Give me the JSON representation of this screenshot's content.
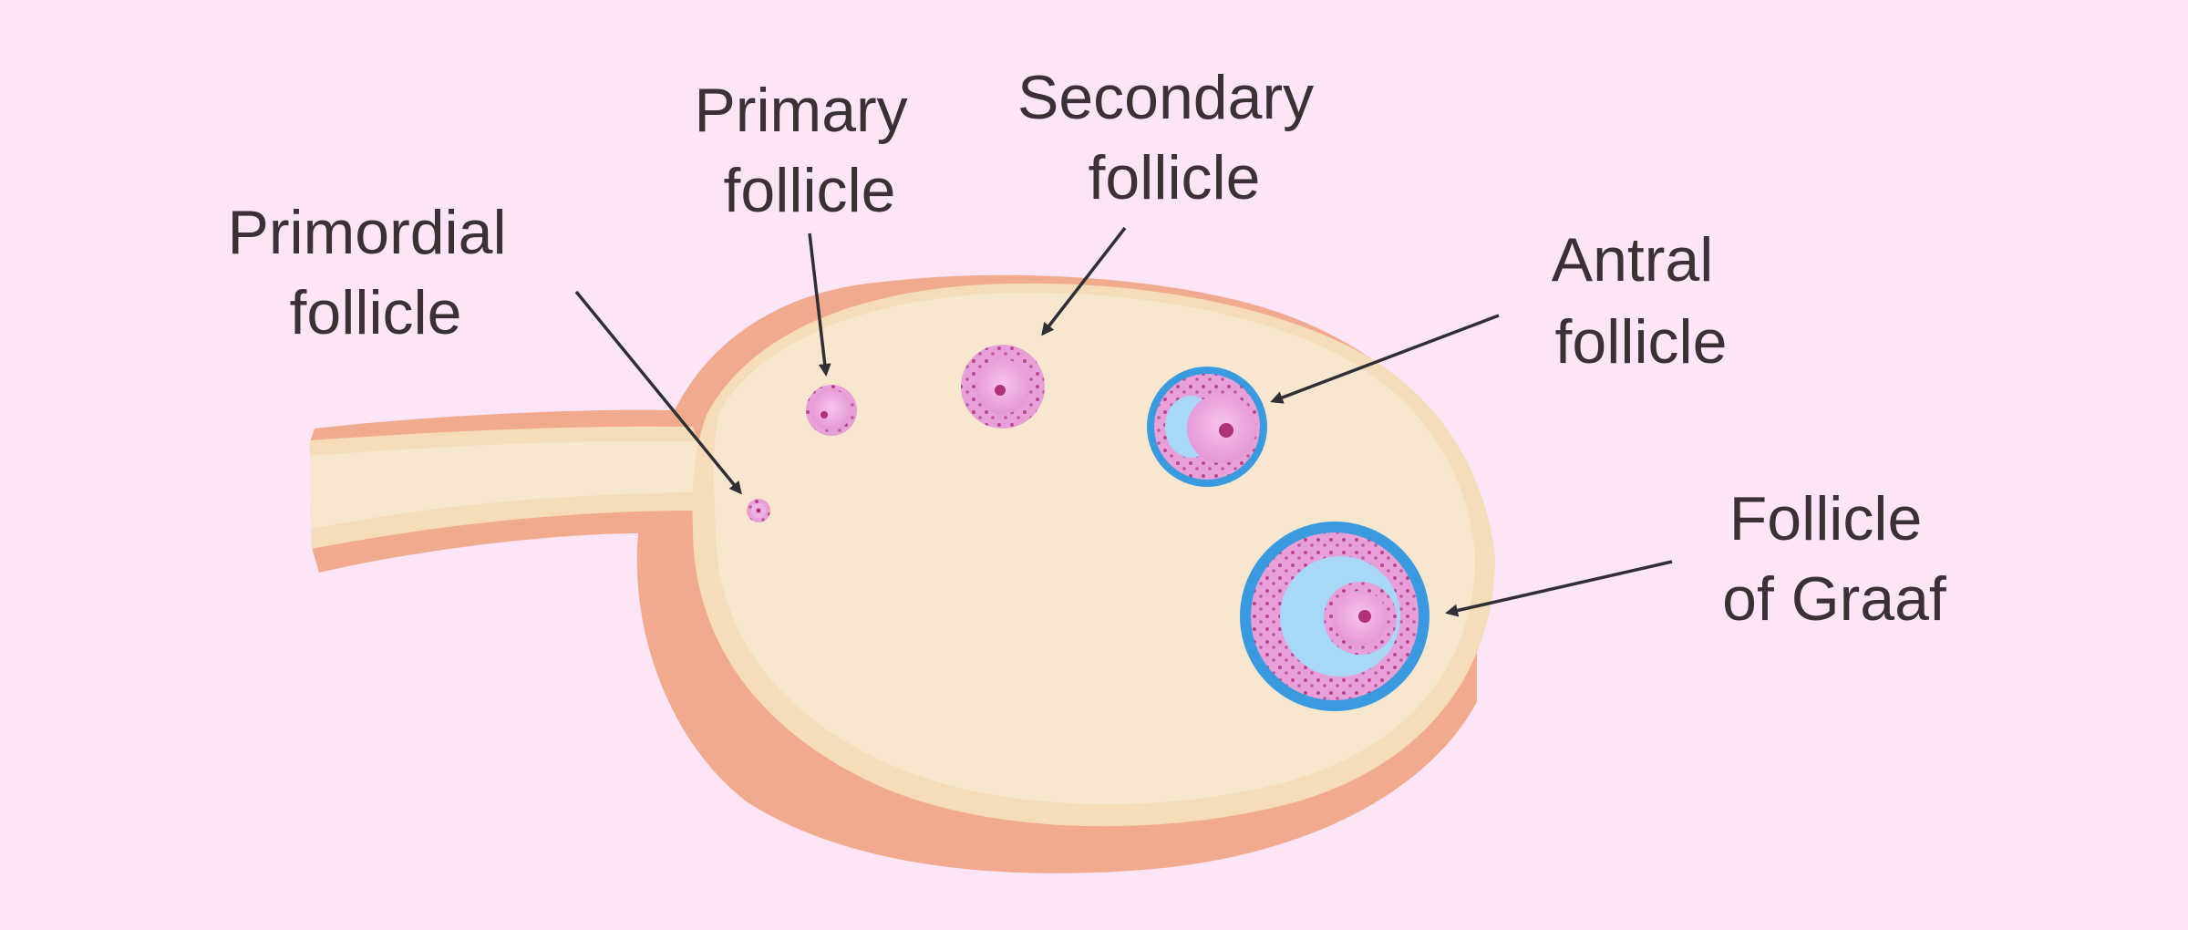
{
  "labels": {
    "primordial": [
      "Primordial",
      "follicle"
    ],
    "primary": [
      "Primary",
      "follicle"
    ],
    "secondary": [
      "Secondary",
      "follicle"
    ],
    "antral": [
      "Antral",
      "follicle"
    ],
    "graaf": [
      "Follicle",
      "of Graaf"
    ]
  },
  "colors": {
    "background": "#fde5f8",
    "ovary_outer": "#f2aa8e",
    "ovary_inner": "#f8e7cf",
    "ovary_mid": "#f4ddb8",
    "follicle_pink": "#e89ad8",
    "antrum_blue": "#a8d8f8",
    "theca_blue": "#3a9ae0",
    "arrow": "#2f2f35"
  }
}
